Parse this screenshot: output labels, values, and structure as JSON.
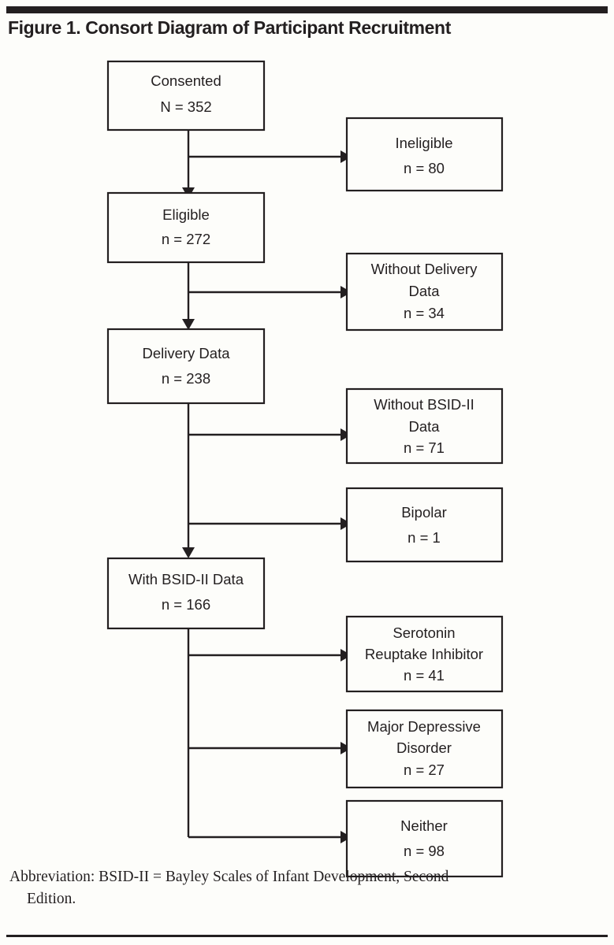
{
  "figure": {
    "title": "Figure 1. Consort Diagram of Participant Recruitment",
    "footnote_line1": "Abbreviation: BSID-II = Bayley Scales of Infant Development, Second",
    "footnote_line2": "Edition."
  },
  "colors": {
    "ink": "#231f20",
    "page_background": "#fdfdfa",
    "box_fill": "#fdfdfa"
  },
  "chart_data": {
    "type": "diagram",
    "title": "Figure 1. Consort Diagram of Participant Recruitment",
    "diagram_kind": "consort-flow",
    "main_flow": [
      {
        "id": "consented",
        "label": "Consented",
        "count_label": "N = 352",
        "n": 352
      },
      {
        "id": "eligible",
        "label": "Eligible",
        "count_label": "n = 272",
        "n": 272
      },
      {
        "id": "delivery",
        "label": "Delivery Data",
        "count_label": "n = 238",
        "n": 238
      },
      {
        "id": "withbsid",
        "label": "With BSID-II Data",
        "count_label": "n = 166",
        "n": 166
      }
    ],
    "exclusions": [
      {
        "id": "ineligible",
        "label_line1": "Ineligible",
        "label_line2": "",
        "count_label": "n = 80",
        "n": 80,
        "from": "consented"
      },
      {
        "id": "no-delivery",
        "label_line1": "Without Delivery",
        "label_line2": "Data",
        "count_label": "n = 34",
        "n": 34,
        "from": "eligible"
      },
      {
        "id": "no-bsid",
        "label_line1": "Without BSID-II",
        "label_line2": "Data",
        "count_label": "n = 71",
        "n": 71,
        "from": "delivery"
      },
      {
        "id": "bipolar",
        "label_line1": "Bipolar",
        "label_line2": "",
        "count_label": "n = 1",
        "n": 1,
        "from": "delivery"
      }
    ],
    "outcomes": [
      {
        "id": "sri",
        "label_line1": "Serotonin",
        "label_line2": "Reuptake Inhibitor",
        "count_label": "n = 41",
        "n": 41,
        "from": "withbsid"
      },
      {
        "id": "mdd",
        "label_line1": "Major Depressive",
        "label_line2": "Disorder",
        "count_label": "n = 27",
        "n": 27,
        "from": "withbsid"
      },
      {
        "id": "neither",
        "label_line1": "Neither",
        "label_line2": "",
        "count_label": "n = 98",
        "n": 98,
        "from": "withbsid"
      }
    ]
  }
}
